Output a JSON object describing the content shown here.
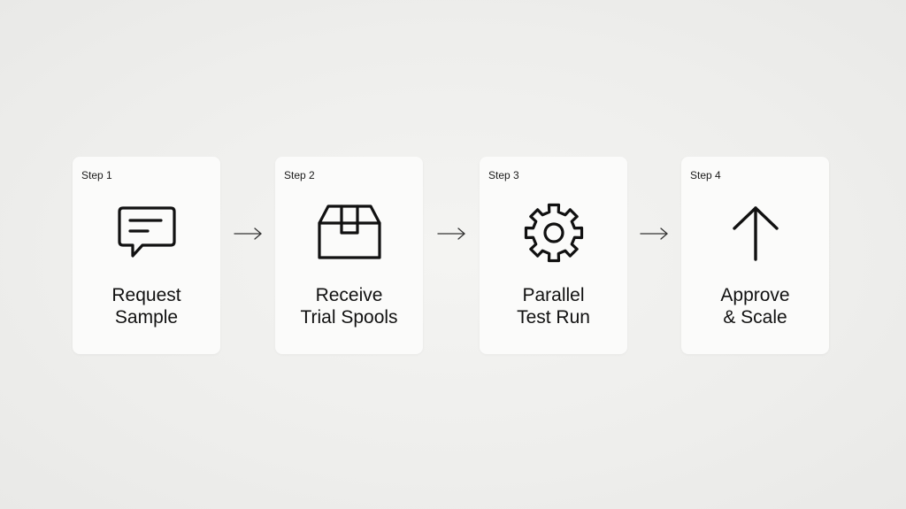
{
  "colors": {
    "background": "#efefed",
    "card": "#fbfbfa",
    "ink": "#111111"
  },
  "steps": [
    {
      "label": "Step 1",
      "title_lines": [
        "Request",
        "Sample"
      ],
      "icon": "chat-bubble-icon"
    },
    {
      "label": "Step 2",
      "title_lines": [
        "Receive",
        "Trial Spools"
      ],
      "icon": "box-icon"
    },
    {
      "label": "Step 3",
      "title_lines": [
        "Parallel",
        "Test Run"
      ],
      "icon": "gear-icon"
    },
    {
      "label": "Step 4",
      "title_lines": [
        "Approve",
        "& Scale"
      ],
      "icon": "arrow-up-icon"
    }
  ]
}
